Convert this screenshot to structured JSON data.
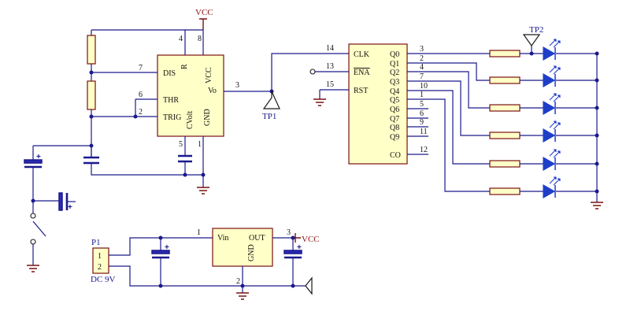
{
  "nets": {
    "vcc_top": "VCC",
    "vcc_reg": "VCC"
  },
  "timer": {
    "pins": {
      "R": "R",
      "VCC": "VCC",
      "DIS": "DIS",
      "THR": "THR",
      "TRIG": "TRIG",
      "CVolt": "CVolt",
      "GND": "GND",
      "Vo": "Vo"
    },
    "pin_numbers": {
      "p4": "4",
      "p8": "8",
      "p7": "7",
      "p6": "6",
      "p2": "2",
      "p5": "5",
      "p1": "1",
      "p3": "3"
    }
  },
  "counter": {
    "inputs": {
      "clk": "CLK",
      "ena": "ENA",
      "rst": "RST"
    },
    "input_pin_numbers": {
      "clk": "14",
      "ena": "13",
      "rst": "15"
    },
    "outputs": [
      {
        "label": "Q0",
        "pin": "3"
      },
      {
        "label": "Q1",
        "pin": "2"
      },
      {
        "label": "Q2",
        "pin": "4"
      },
      {
        "label": "Q3",
        "pin": "7"
      },
      {
        "label": "Q4",
        "pin": "10"
      },
      {
        "label": "Q5",
        "pin": "1"
      },
      {
        "label": "Q6",
        "pin": "5"
      },
      {
        "label": "Q7",
        "pin": "6"
      },
      {
        "label": "Q8",
        "pin": "9"
      },
      {
        "label": "Q9",
        "pin": "11"
      },
      {
        "label": "CO",
        "pin": "12"
      }
    ]
  },
  "test_points": {
    "tp1": "TP1",
    "tp2": "TP2"
  },
  "connector": {
    "designator": "P1",
    "pin1": "1",
    "pin2": "2",
    "label": "DC 9V"
  },
  "regulator": {
    "vin": "Vin",
    "out": "OUT",
    "gnd": "GND",
    "pin_in": "1",
    "pin_out": "3",
    "pin_gnd": "2"
  },
  "polarity": {
    "plus": "+"
  },
  "colors": {
    "wire": "#1a1a8c",
    "body_fill": "#ffffc8",
    "body_stroke": "#7a1010",
    "led": "#1f3ec8",
    "net_label": "#8a1010"
  }
}
